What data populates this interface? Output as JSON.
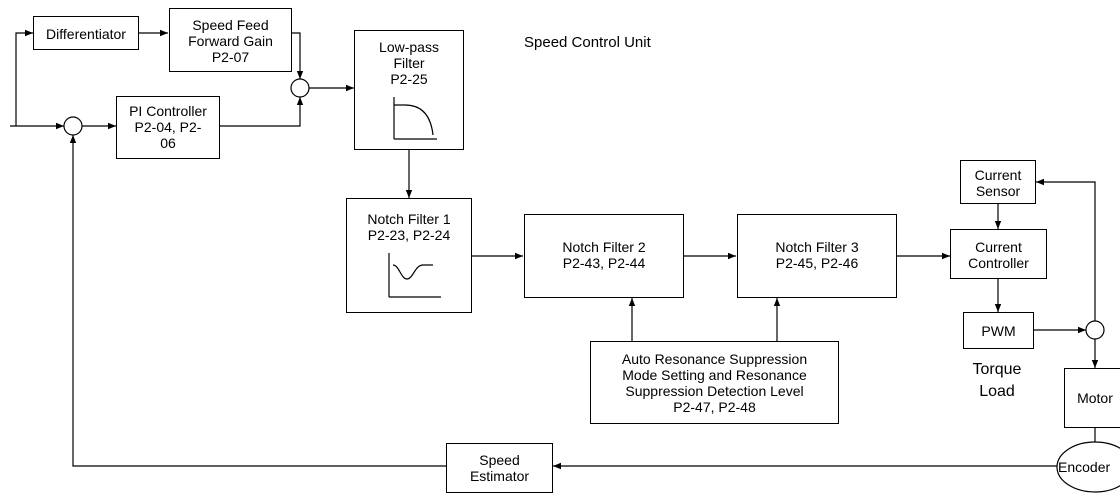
{
  "title": "Speed Control Unit",
  "blocks": {
    "differentiator": [
      "Differentiator"
    ],
    "feed_forward": [
      "Speed Feed",
      "Forward Gain",
      "P2-07"
    ],
    "pi_controller": [
      "PI Controller",
      "P2-04, P2-",
      "06"
    ],
    "low_pass": [
      "Low-pass",
      "Filter",
      "P2-25"
    ],
    "notch1": [
      "Notch Filter 1",
      "P2-23, P2-24"
    ],
    "notch2": [
      "Notch Filter 2",
      "P2-43, P2-44"
    ],
    "notch3": [
      "Notch Filter 3",
      "P2-45, P2-46"
    ],
    "current_sensor": [
      "Current",
      "Sensor"
    ],
    "current_controller": [
      "Current",
      "Controller"
    ],
    "pwm": [
      "PWM"
    ],
    "motor": [
      "Motor"
    ],
    "encoder": [
      "Encoder"
    ],
    "auto_resonance": [
      "Auto Resonance Suppression",
      "Mode Setting and Resonance",
      "Suppression Detection Level",
      "P2-47, P2-48"
    ],
    "speed_estimator": [
      "Speed",
      "Estimator"
    ]
  },
  "torque_load": [
    "Torque",
    "Load"
  ]
}
